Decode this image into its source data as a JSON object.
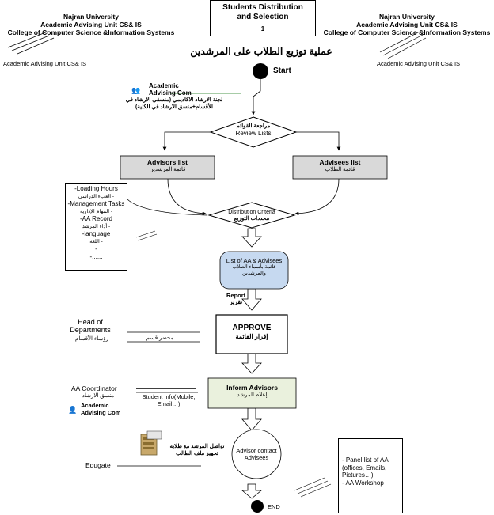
{
  "header_left": {
    "line1": "Najran University",
    "line2": "Academic Advising Unit CS& IS",
    "line3": "College of Computer Science &Information Systems",
    "watermark": "Academic Advising Unit CS& IS"
  },
  "header_right": {
    "line1": "Najran University",
    "line2": "Academic Advising Unit CS& IS",
    "line3": "College of Computer Science &Information Systems",
    "watermark": "Academic Advising Unit CS& IS"
  },
  "title_box": {
    "line1": "Students Distribution",
    "line2": "and Selection",
    "number": "1"
  },
  "arabic_title": "عملية توزيع الطلاب على المرشدين",
  "start": {
    "label": "Start"
  },
  "end": {
    "label": "END"
  },
  "committee": {
    "name": "Academic Advising Com",
    "ar_line1": "لجنة الارشاد الاكاديمي (منسقي الارشاد في",
    "ar_line2": "الأقسام+منسق الارشاد في الكلية)"
  },
  "review": {
    "ar": "مراجعة القوائم",
    "en": "Review Lists"
  },
  "advisors_list": {
    "en": "Advisors list",
    "ar": "قائمة المرشدين"
  },
  "advisees_list": {
    "en": "Advisees list",
    "ar": "قائمة الطلاب"
  },
  "criteria_list": {
    "items": [
      {
        "en": "-Loading Hours",
        "ar": "- العبء الدراسي"
      },
      {
        "en": "-Management Tasks",
        "ar": "- المهام الإدارية"
      },
      {
        "en": "-AA Record",
        "ar": "- أداء المرشد"
      },
      {
        "en": "-language",
        "ar": "- اللغة"
      }
    ],
    "tail1": "-",
    "tail2": "-......"
  },
  "distribution": {
    "en": "Distribution Criteria",
    "ar": "محددات التوزيع"
  },
  "list_aa": {
    "en": "List of AA & Advisees",
    "ar": "قائمة بأسماء الطلاب والمرشدين"
  },
  "report": {
    "en": "Report",
    "ar": "تقرير"
  },
  "head_dept": {
    "en": "Head of Departments",
    "ar": "رؤساء الأقسام",
    "minutes": "محضر قسم"
  },
  "approve": {
    "en": "APPROVE",
    "ar": "إقرار القائمة"
  },
  "aa_coordinator": {
    "en": "AA Coordinator",
    "ar": "منسق الارشاد",
    "committee": "Academic Advising Com"
  },
  "inform": {
    "en": "Inform Advisors",
    "ar": "إعلام المرشد"
  },
  "student_info": "Student Info(Mobile, Email…)",
  "contact_ar": {
    "line1": "تواصل المرشد مع طلابه",
    "line2": "تجهيز ملف الطالب"
  },
  "advisor_contact": "Advisor contact Advisees",
  "edugate": "Edugate",
  "panel": {
    "line1": "- Panel list of AA (offices, Emails, Pictures…)",
    "line2": "- AA Workshop"
  },
  "colors": {
    "node_blue": "#c6d9f0",
    "node_gray": "#d9d9d9",
    "node_green": "#eaf1dd",
    "line_green": "#4f9a4f"
  }
}
